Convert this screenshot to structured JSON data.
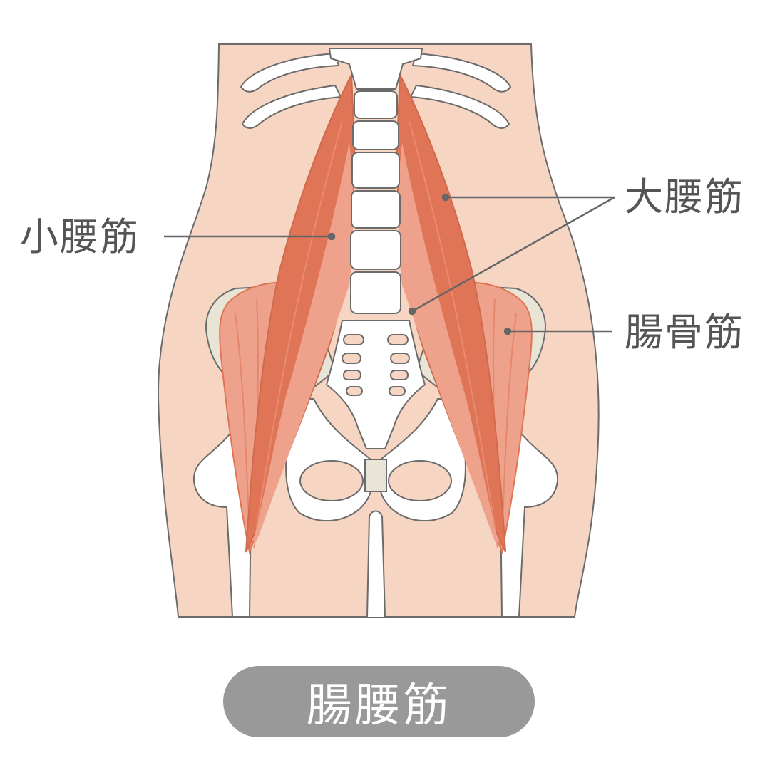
{
  "labels": {
    "psoas_minor": "小腰筋",
    "psoas_major": "大腰筋",
    "iliacus": "腸骨筋"
  },
  "title": "腸腰筋",
  "colors": {
    "skin": "#f6d6c3",
    "outline": "#6b6b6b",
    "bone": "#ffffff",
    "cartilage": "#e9e5d6",
    "muscle_dark": "#df7556",
    "muscle_light": "#eea28b",
    "leader": "#666666",
    "pill": "#999999"
  }
}
